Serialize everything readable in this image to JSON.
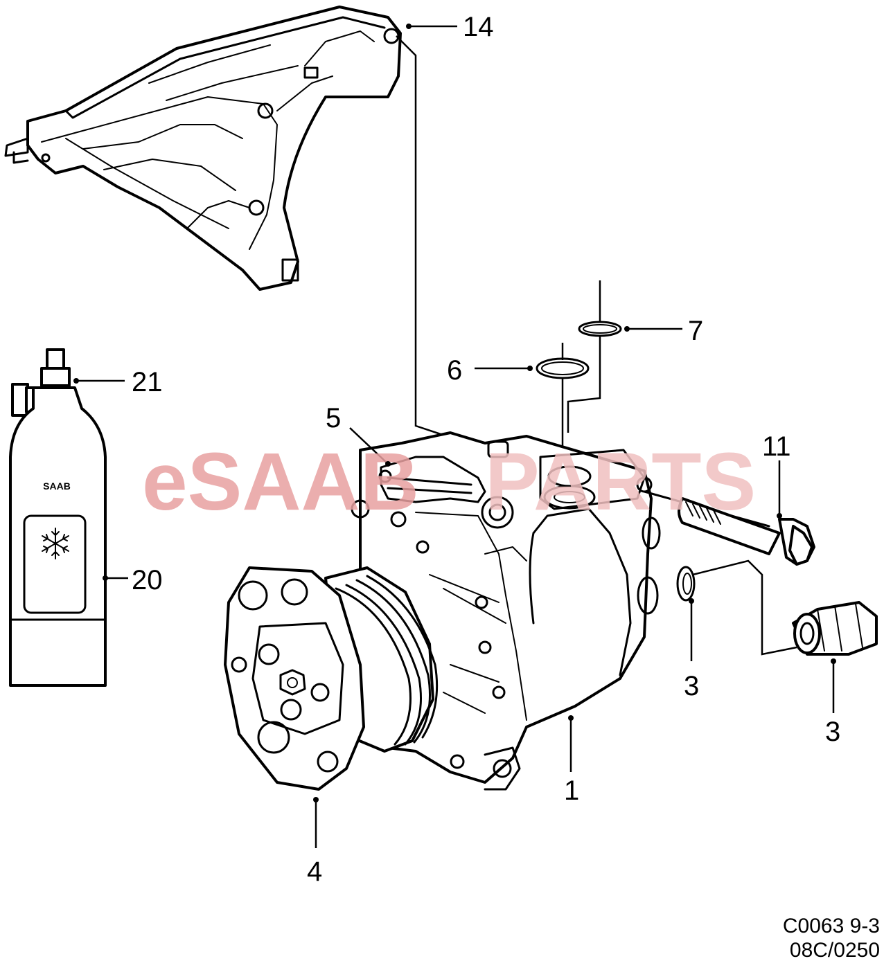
{
  "watermark": {
    "text_primary": "eSAAB",
    "text_secondary": "PARTS",
    "color": "#e8a0a0"
  },
  "bottle_brand": "SAAB",
  "callouts": {
    "c1": "1",
    "c3a": "3",
    "c3b": "3",
    "c4": "4",
    "c5": "5",
    "c6": "6",
    "c7": "7",
    "c11": "11",
    "c14": "14",
    "c20": "20",
    "c21": "21"
  },
  "drawing_code": {
    "line1": "C0063 9-3",
    "line2": "08C/0250"
  },
  "icons": {
    "bottle_label": "snowflake-icon"
  }
}
